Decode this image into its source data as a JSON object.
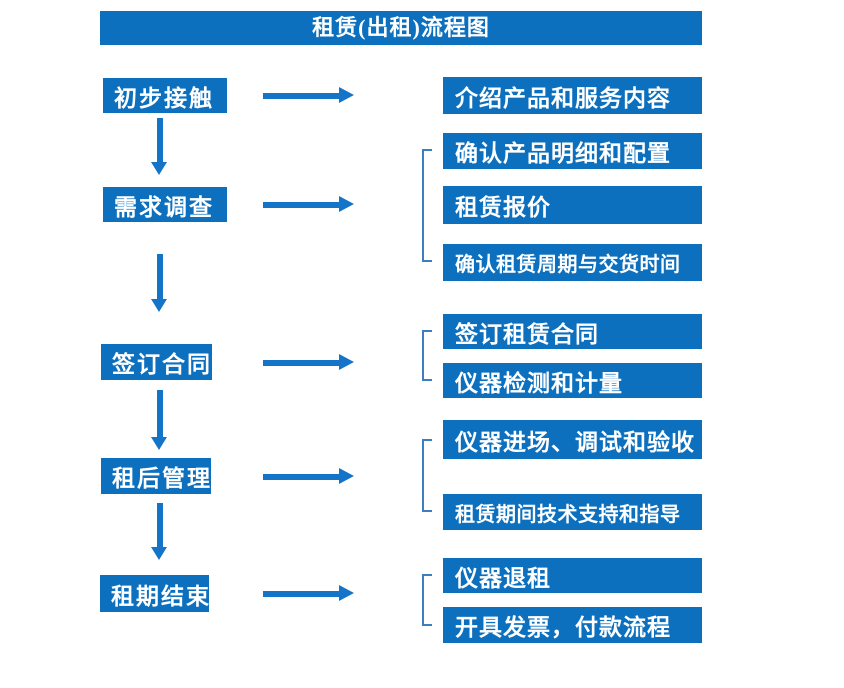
{
  "title": "租赁(出租)流程图",
  "colors": {
    "box_blue": "#0c70be",
    "arrow_blue": "#1474c8",
    "bracket_blue": "#3d7ebe",
    "text": "#ffffff",
    "background": "#ffffff"
  },
  "left_steps": [
    {
      "label": "初步接触"
    },
    {
      "label": "需求调查"
    },
    {
      "label": "签订合同"
    },
    {
      "label": "租后管理"
    },
    {
      "label": "租期结束"
    }
  ],
  "right_items": [
    {
      "label": "介绍产品和服务内容"
    },
    {
      "label": "确认产品明细和配置"
    },
    {
      "label": "租赁报价"
    },
    {
      "label": "确认租赁周期与交货时间"
    },
    {
      "label": "签订租赁合同"
    },
    {
      "label": "仪器检测和计量"
    },
    {
      "label": "仪器进场、调试和验收"
    },
    {
      "label": "租赁期间技术支持和指导"
    },
    {
      "label": "仪器退租"
    },
    {
      "label": "开具发票，付款流程"
    }
  ]
}
